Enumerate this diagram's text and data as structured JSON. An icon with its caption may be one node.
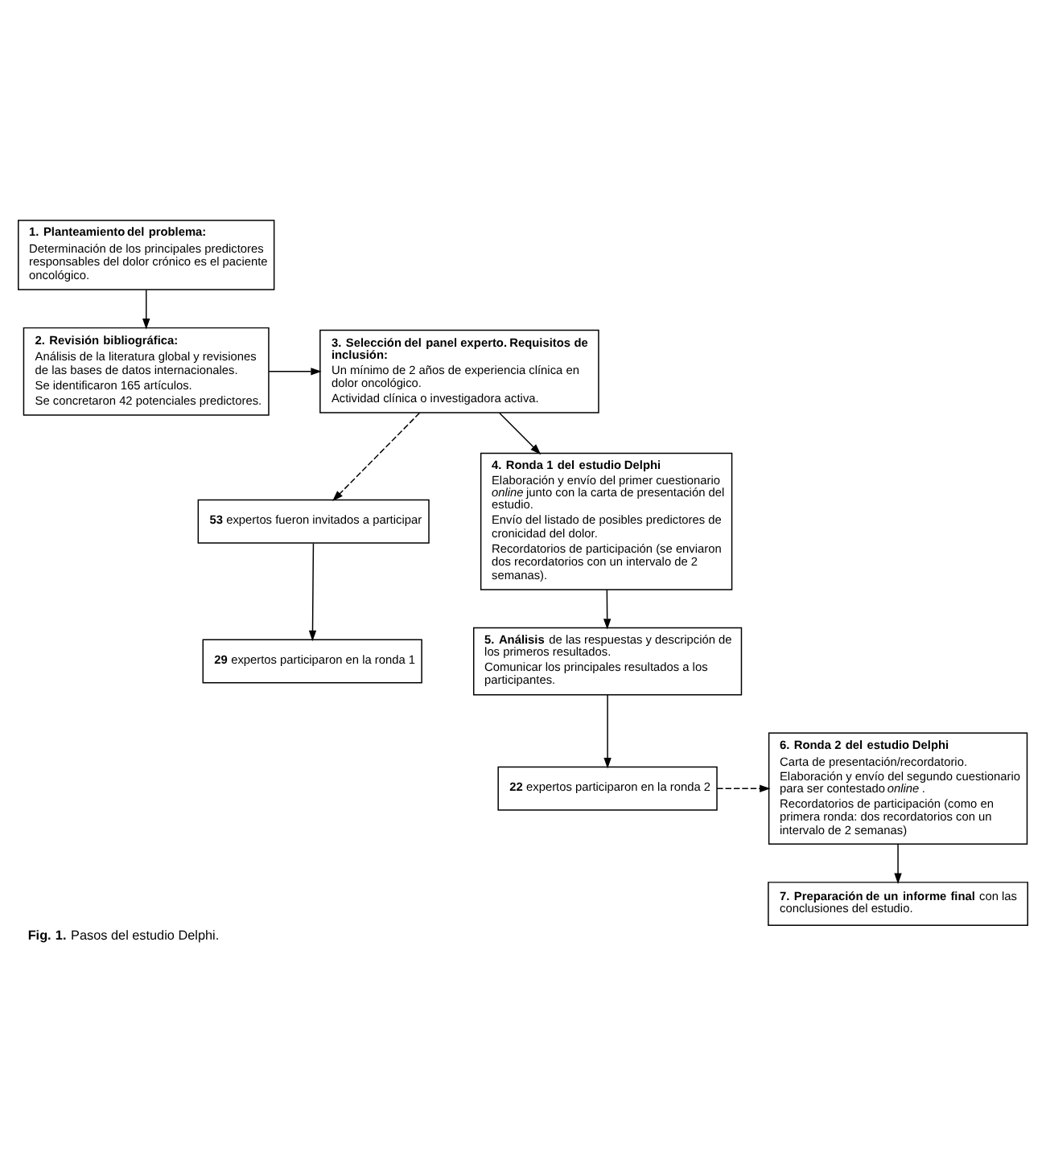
{
  "diagram": {
    "caption": "**Fig. 1.** Pasos del estudio Delphi.",
    "nodes": [
      {
        "text": [
          "1. Planteamiento del problema:",
          "Determinación de los principales predictores responsables del dolor crónico es el paciente oncológico."
        ]
      },
      {
        "text": [
          "2. Revisión bibliográfica:",
          "Análisis de la literatura global y revisiones de las bases de datos internacionales.",
          "Se identificaron 165 artículos.",
          "Se concretaron 42 potenciales predictores."
        ]
      },
      {
        "text": [
          "3. Selección del panel experto. Requisitos de inclusión:",
          "Un mínimo de 2 años de experiencia clínica en dolor oncológico.",
          "Actividad clínica o investigadora activa."
        ]
      },
      {
        "text": [
          "**53** expertos fueron invitados a participar"
        ]
      },
      {
        "text": [
          "4. Ronda 1 del estudio Delphi",
          "Elaboración y envío del primer cuestionario *online* junto con la carta de presentación del estudio.",
          "Envío del listado de posibles predictores de cronicidad del dolor.",
          "Recordatorios de participación (se enviaron dos recordatorios con un intervalo de 2 semanas)."
        ]
      },
      {
        "text": [
          "**29** expertos participaron en la ronda 1"
        ]
      },
      {
        "text": [
          "**5. Análisis** de las respuestas y descripción de los primeros resultados.",
          "Comunicar los principales resultados a los participantes."
        ]
      },
      {
        "text": [
          "**22** expertos participaron en la ronda 2"
        ]
      },
      {
        "text": [
          "6. Ronda 2 del estudio Delphi",
          "Carta de presentación/recordatorio.",
          "Elaboración y envío del segundo cuestionario para ser contestado *online*.",
          "Recordatorios de participación (como en primera ronda: dos recordatorios con un intervalo de 2 semanas)"
        ]
      },
      {
        "text": [
          "**7. Preparación de un informe final** con las conclusiones del estudio."
        ]
      }
    ],
    "edges": [
      {
        "from": 0,
        "to": 1,
        "arrow": "to"
      },
      {
        "from": 1,
        "to": 2,
        "arrow": "to"
      },
      {
        "from": 2,
        "to": 3,
        "arrow": "to",
        "style": "dashed"
      },
      {
        "from": 3,
        "to": 5,
        "arrow": "to"
      },
      {
        "from": 2,
        "to": 4,
        "arrow": "to"
      },
      {
        "from": 4,
        "to": 6,
        "arrow": "to"
      },
      {
        "from": 6,
        "to": 7,
        "arrow": "to"
      },
      {
        "from": 7,
        "to": 8,
        "arrow": "to",
        "style": "dashed"
      },
      {
        "from": 8,
        "to": 9,
        "arrow": "to"
      }
    ]
  }
}
